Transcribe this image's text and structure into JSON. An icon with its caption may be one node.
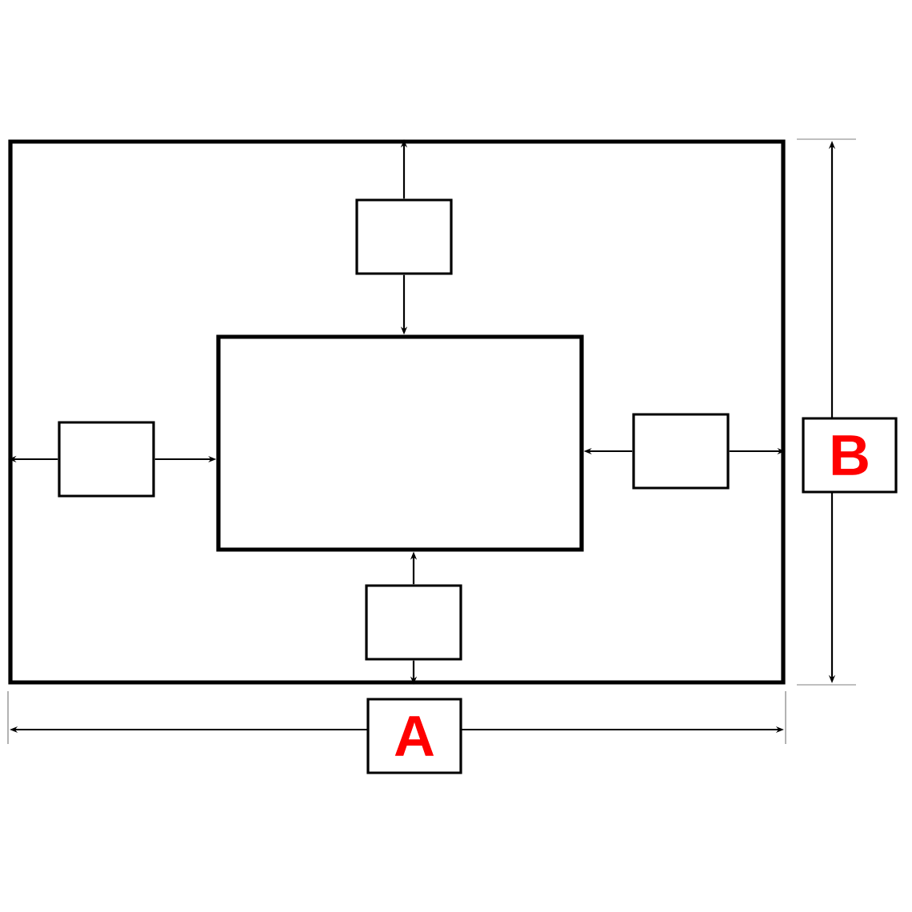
{
  "diagram": {
    "nodes": [
      {
        "text": [],
        "shape": "box"
      },
      {
        "text": [],
        "shape": "box",
        "in": 0
      },
      {
        "text": [],
        "shape": "box",
        "in": 0
      },
      {
        "text": [],
        "shape": "box",
        "in": 0
      },
      {
        "text": [],
        "shape": "box",
        "in": 0
      },
      {
        "text": [],
        "shape": "box",
        "in": 0
      },
      {
        "text": [
          "A"
        ]
      },
      {
        "text": [
          "B"
        ]
      }
    ],
    "edges": [
      {
        "from": 1,
        "to": 0,
        "arrow": "to"
      },
      {
        "from": 1,
        "to": 2,
        "arrow": "to"
      },
      {
        "from": 3,
        "to": 0,
        "arrow": "to"
      },
      {
        "from": 3,
        "to": 2,
        "arrow": "to"
      },
      {
        "from": 4,
        "to": 2,
        "arrow": "to"
      },
      {
        "from": 4,
        "to": 0,
        "arrow": "to"
      },
      {
        "from": 5,
        "to": 2,
        "arrow": "to"
      },
      {
        "from": 5,
        "to": 0,
        "arrow": "to"
      }
    ]
  }
}
